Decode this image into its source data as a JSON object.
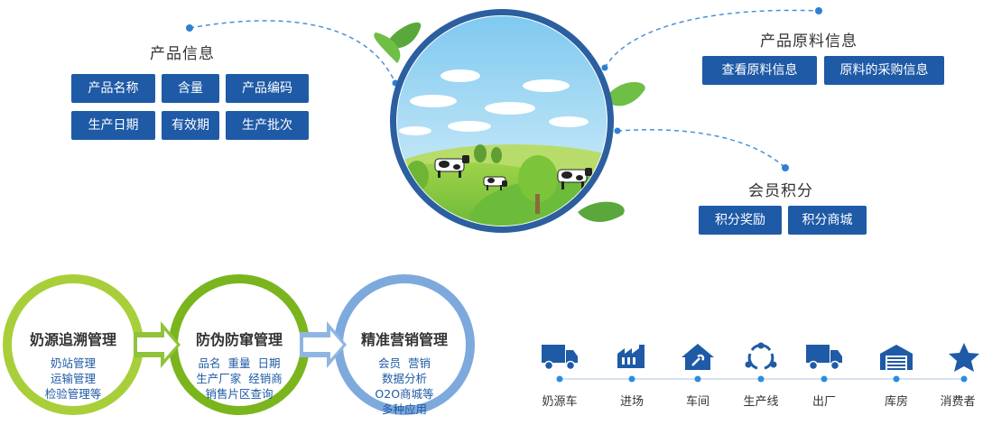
{
  "product_info": {
    "title": "产品信息",
    "tags": [
      "产品名称",
      "含量",
      "产品编码",
      "生产日期",
      "有效期",
      "生产批次"
    ]
  },
  "material_info": {
    "title": "产品原料信息",
    "tags": [
      "查看原料信息",
      "原料的采购信息"
    ]
  },
  "member_points": {
    "title": "会员积分",
    "tags": [
      "积分奖励",
      "积分商城"
    ]
  },
  "process": [
    {
      "title": "奶源追溯管理",
      "lines": [
        "奶站管理",
        "运输管理",
        "检验管理等"
      ]
    },
    {
      "title": "防伪防窜管理",
      "lines": [
        "品名  重量  日期",
        "生产厂家  经销商",
        "销售片区查询"
      ]
    },
    {
      "title": "精准营销管理",
      "lines": [
        "会员  营销",
        "数据分析",
        "O2O商城等",
        "多种应用"
      ]
    }
  ],
  "supply_chain": [
    {
      "label": "奶源车",
      "icon": "truck-icon"
    },
    {
      "label": "进场",
      "icon": "factory-icon"
    },
    {
      "label": "车间",
      "icon": "workshop-icon"
    },
    {
      "label": "生产线",
      "icon": "production-line-icon"
    },
    {
      "label": "出厂",
      "icon": "truck-icon"
    },
    {
      "label": "库房",
      "icon": "warehouse-icon"
    },
    {
      "label": "消费者",
      "icon": "star-icon"
    }
  ],
  "colors": {
    "tag_bg": "#1f5aa6",
    "ring1": "#9acd32",
    "ring2": "#7ab51d",
    "ring3": "#7da9dc",
    "icon": "#1f5aa6"
  }
}
